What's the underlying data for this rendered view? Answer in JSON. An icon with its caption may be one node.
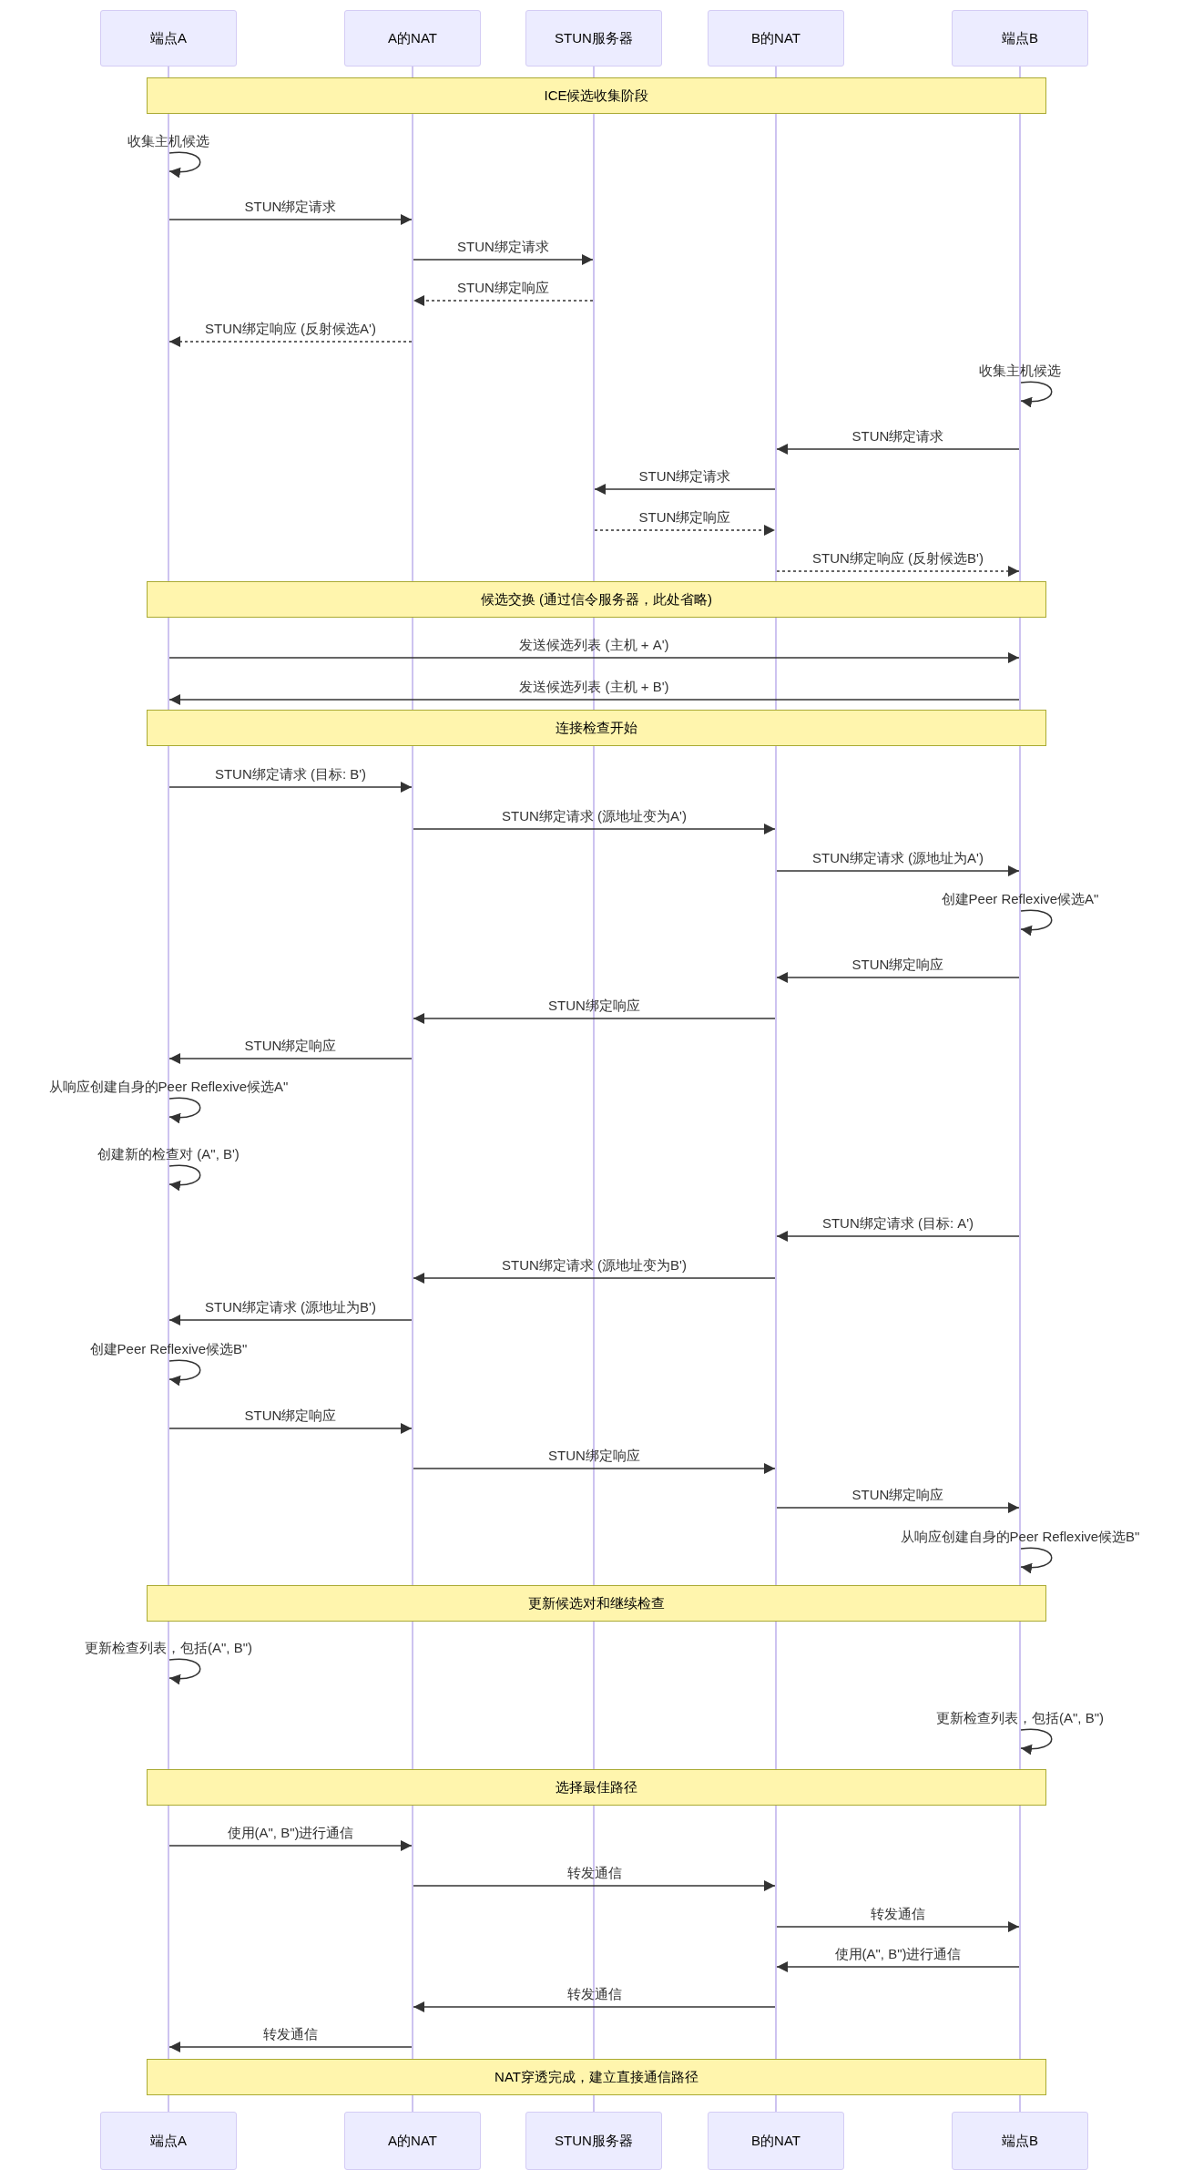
{
  "diagram": {
    "nodes": [
      {
        "text": [
          "端点A"
        ]
      },
      {
        "text": [
          "A的NAT"
        ]
      },
      {
        "text": [
          "STUN服务器"
        ]
      },
      {
        "text": [
          "B的NAT"
        ]
      },
      {
        "text": [
          "端点B"
        ]
      },
      {
        "text": [],
        "shape": "bar"
      },
      {
        "text": [],
        "shape": "bar"
      },
      {
        "text": [],
        "shape": "bar"
      },
      {
        "text": [],
        "shape": "bar"
      },
      {
        "text": [],
        "shape": "bar"
      },
      {
        "text": [
          "ICE候选收集阶段"
        ]
      },
      {
        "text": [
          "候选交换 (通过信令服务器，此处省略)"
        ]
      },
      {
        "text": [
          "连接检查开始"
        ]
      },
      {
        "text": [
          "更新候选对和继续检查"
        ]
      },
      {
        "text": [
          "选择最佳路径"
        ]
      },
      {
        "text": [
          "NAT穿透完成，建立直接通信路径"
        ]
      },
      {
        "text": [
          "端点A"
        ]
      },
      {
        "text": [
          "A的NAT"
        ]
      },
      {
        "text": [
          "STUN服务器"
        ]
      },
      {
        "text": [
          "B的NAT"
        ]
      },
      {
        "text": [
          "端点B"
        ]
      }
    ],
    "edges": [
      {
        "from": 5,
        "to": 5,
        "arrow": "to",
        "label": "收集主机候选"
      },
      {
        "from": 5,
        "to": 6,
        "arrow": "to",
        "label": "STUN绑定请求"
      },
      {
        "from": 6,
        "to": 7,
        "arrow": "to",
        "label": "STUN绑定请求"
      },
      {
        "from": 7,
        "to": 6,
        "arrow": "to",
        "label": "STUN绑定响应",
        "style": "dashed"
      },
      {
        "from": 6,
        "to": 5,
        "arrow": "to",
        "label": "STUN绑定响应 (反射候选A')",
        "style": "dashed"
      },
      {
        "from": 9,
        "to": 9,
        "arrow": "to",
        "label": "收集主机候选"
      },
      {
        "from": 9,
        "to": 8,
        "arrow": "to",
        "label": "STUN绑定请求"
      },
      {
        "from": 8,
        "to": 7,
        "arrow": "to",
        "label": "STUN绑定请求"
      },
      {
        "from": 7,
        "to": 8,
        "arrow": "to",
        "label": "STUN绑定响应",
        "style": "dashed"
      },
      {
        "from": 8,
        "to": 9,
        "arrow": "to",
        "label": "STUN绑定响应 (反射候选B')",
        "style": "dashed"
      },
      {
        "from": 5,
        "to": 9,
        "arrow": "to",
        "label": "发送候选列表 (主机 + A')"
      },
      {
        "from": 9,
        "to": 5,
        "arrow": "to",
        "label": "发送候选列表 (主机 + B')"
      },
      {
        "from": 5,
        "to": 6,
        "arrow": "to",
        "label": "STUN绑定请求 (目标: B')"
      },
      {
        "from": 6,
        "to": 8,
        "arrow": "to",
        "label": "STUN绑定请求 (源地址变为A')"
      },
      {
        "from": 8,
        "to": 9,
        "arrow": "to",
        "label": "STUN绑定请求 (源地址为A')"
      },
      {
        "from": 9,
        "to": 9,
        "arrow": "to",
        "label": "创建Peer Reflexive候选A\""
      },
      {
        "from": 9,
        "to": 8,
        "arrow": "to",
        "label": "STUN绑定响应"
      },
      {
        "from": 8,
        "to": 6,
        "arrow": "to",
        "label": "STUN绑定响应"
      },
      {
        "from": 6,
        "to": 5,
        "arrow": "to",
        "label": "STUN绑定响应"
      },
      {
        "from": 5,
        "to": 5,
        "arrow": "to",
        "label": "从响应创建自身的Peer Reflexive候选A\""
      },
      {
        "from": 5,
        "to": 5,
        "arrow": "to",
        "label": "创建新的检查对 (A\", B')"
      },
      {
        "from": 9,
        "to": 8,
        "arrow": "to",
        "label": "STUN绑定请求 (目标: A')"
      },
      {
        "from": 8,
        "to": 6,
        "arrow": "to",
        "label": "STUN绑定请求 (源地址变为B')"
      },
      {
        "from": 6,
        "to": 5,
        "arrow": "to",
        "label": "STUN绑定请求 (源地址为B')"
      },
      {
        "from": 5,
        "to": 5,
        "arrow": "to",
        "label": "创建Peer Reflexive候选B\""
      },
      {
        "from": 5,
        "to": 6,
        "arrow": "to",
        "label": "STUN绑定响应"
      },
      {
        "from": 6,
        "to": 8,
        "arrow": "to",
        "label": "STUN绑定响应"
      },
      {
        "from": 8,
        "to": 9,
        "arrow": "to",
        "label": "STUN绑定响应"
      },
      {
        "from": 9,
        "to": 9,
        "arrow": "to",
        "label": "从响应创建自身的Peer Reflexive候选B\""
      },
      {
        "from": 5,
        "to": 5,
        "arrow": "to",
        "label": "更新检查列表，包括(A\", B\")"
      },
      {
        "from": 9,
        "to": 9,
        "arrow": "to",
        "label": "更新检查列表，包括(A\", B\")"
      },
      {
        "from": 5,
        "to": 6,
        "arrow": "to",
        "label": "使用(A\", B\")进行通信"
      },
      {
        "from": 6,
        "to": 8,
        "arrow": "to",
        "label": "转发通信"
      },
      {
        "from": 8,
        "to": 9,
        "arrow": "to",
        "label": "转发通信"
      },
      {
        "from": 9,
        "to": 8,
        "arrow": "to",
        "label": "使用(A\", B\")进行通信"
      },
      {
        "from": 8,
        "to": 6,
        "arrow": "to",
        "label": "转发通信"
      },
      {
        "from": 6,
        "to": 5,
        "arrow": "to",
        "label": "转发通信"
      }
    ]
  }
}
